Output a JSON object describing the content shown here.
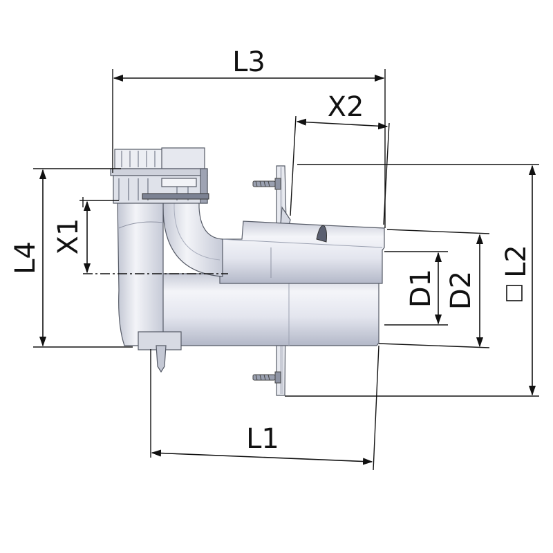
{
  "diagram": {
    "part": "wall-terminal-elbow",
    "dimensions": {
      "L3": "L3",
      "X2": "X2",
      "X1": "X1",
      "L4": "L4",
      "D1": "D1",
      "D2": "D2",
      "L2": "L2",
      "L1": "L1"
    },
    "colors": {
      "line": "#111111",
      "body_light": "#f2f3f7",
      "body_mid": "#d9dce6",
      "body_dark": "#b7bccb",
      "outline": "#555a66"
    }
  }
}
